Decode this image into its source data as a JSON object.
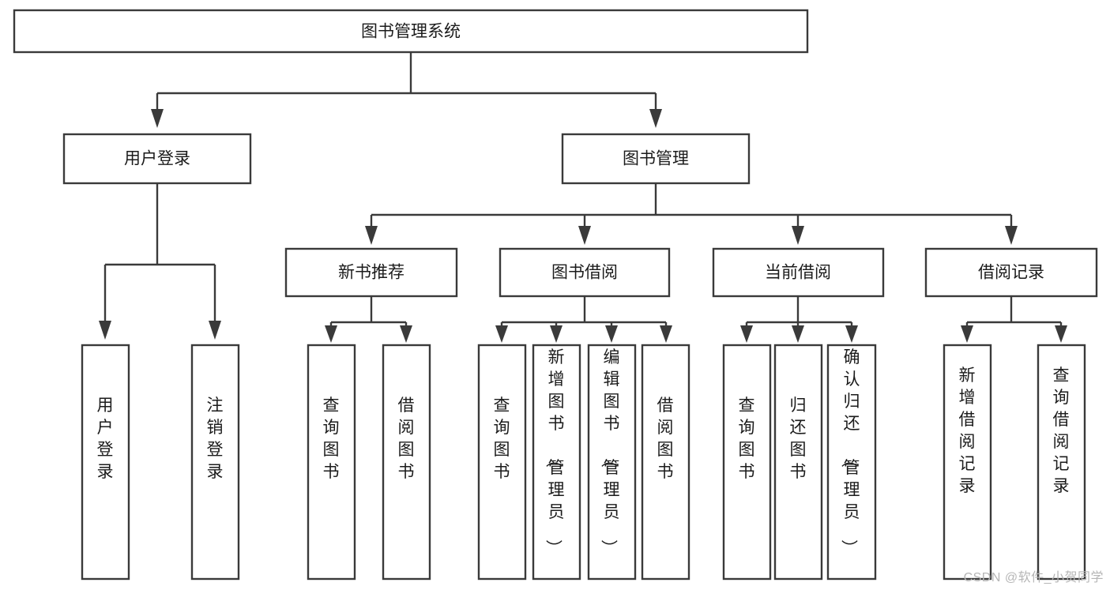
{
  "diagram": {
    "type": "tree-hierarchy",
    "title": "图书管理系统",
    "watermark": "CSDN @软件_小贺同学",
    "colors": {
      "box_stroke": "#3a3a3a",
      "box_fill": "#ffffff",
      "connector": "#3a3a3a",
      "text": "#1b1b1b",
      "background": "#ffffff",
      "watermark": "#b6b6b6"
    },
    "levels": {
      "root": {
        "label": "图书管理系统"
      },
      "level2": [
        {
          "label": "用户登录"
        },
        {
          "label": "图书管理"
        }
      ],
      "level3": [
        {
          "label": "新书推荐"
        },
        {
          "label": "图书借阅"
        },
        {
          "label": "当前借阅"
        },
        {
          "label": "借阅记录"
        }
      ]
    },
    "groups": [
      {
        "parent": "用户登录",
        "leaves": [
          {
            "label": "用户登录"
          },
          {
            "label": "注销登录"
          }
        ]
      },
      {
        "parent": "新书推荐",
        "leaves": [
          {
            "label": "查询图书"
          },
          {
            "label": "借阅图书"
          }
        ]
      },
      {
        "parent": "图书借阅",
        "leaves": [
          {
            "label": "查询图书"
          },
          {
            "label": "新增图书（管理员）"
          },
          {
            "label": "编辑图书（管理员）"
          },
          {
            "label": "借阅图书"
          }
        ]
      },
      {
        "parent": "当前借阅",
        "leaves": [
          {
            "label": "查询图书"
          },
          {
            "label": "归还图书"
          },
          {
            "label": "确认归还（管理员）"
          }
        ]
      },
      {
        "parent": "借阅记录",
        "leaves": [
          {
            "label": "新增借阅记录"
          },
          {
            "label": "查询借阅记录"
          }
        ]
      }
    ]
  }
}
